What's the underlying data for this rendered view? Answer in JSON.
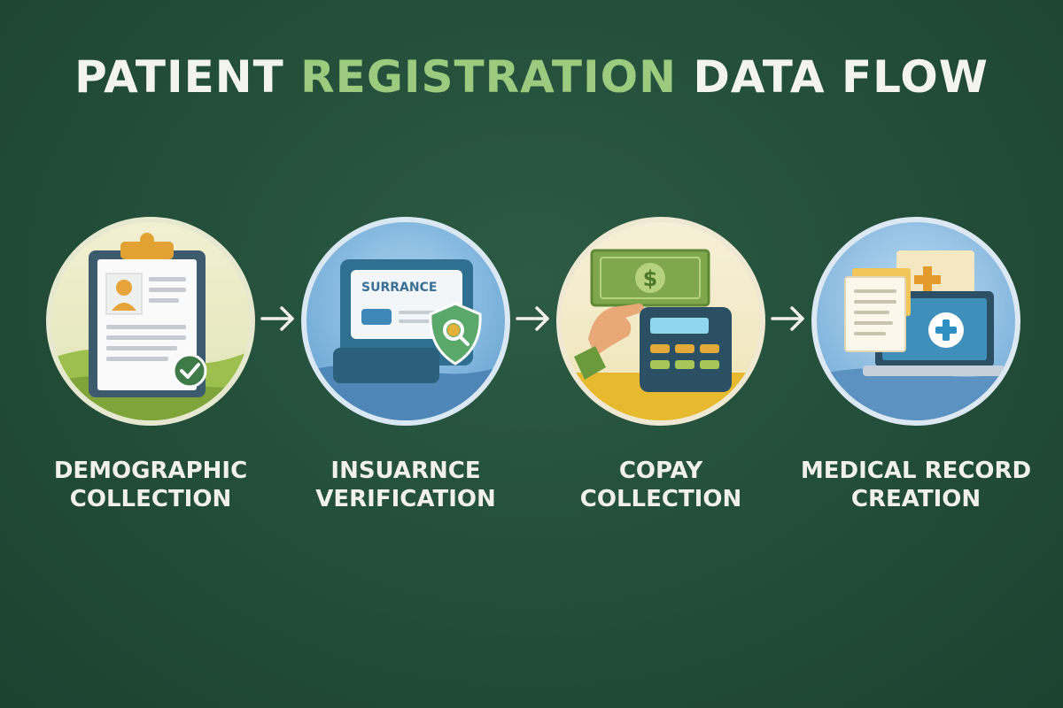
{
  "title": {
    "part1": "PATIENT ",
    "part2": "REGISTRATION",
    "part3": " DATA FLOW"
  },
  "colors": {
    "background": "#24503b",
    "title_text": "#f4f4ee",
    "title_accent": "#9ccb7f",
    "label_text": "#f1f1ea"
  },
  "steps": [
    {
      "line1": "DEMOGRAPHIC",
      "line2": "COLLECTION",
      "icon": "clipboard-profile-icon"
    },
    {
      "line1": "INSUARNCE",
      "line2": "VERIFICATION",
      "icon": "insurance-card-shield-icon",
      "card_text": "SURRANCE"
    },
    {
      "line1": "COPAY",
      "line2": "COLLECTION",
      "icon": "cash-payment-terminal-icon",
      "currency_symbol": "$"
    },
    {
      "line1": "MEDICAL RECORD",
      "line2": "CREATION",
      "icon": "medical-record-laptop-icon"
    }
  ]
}
